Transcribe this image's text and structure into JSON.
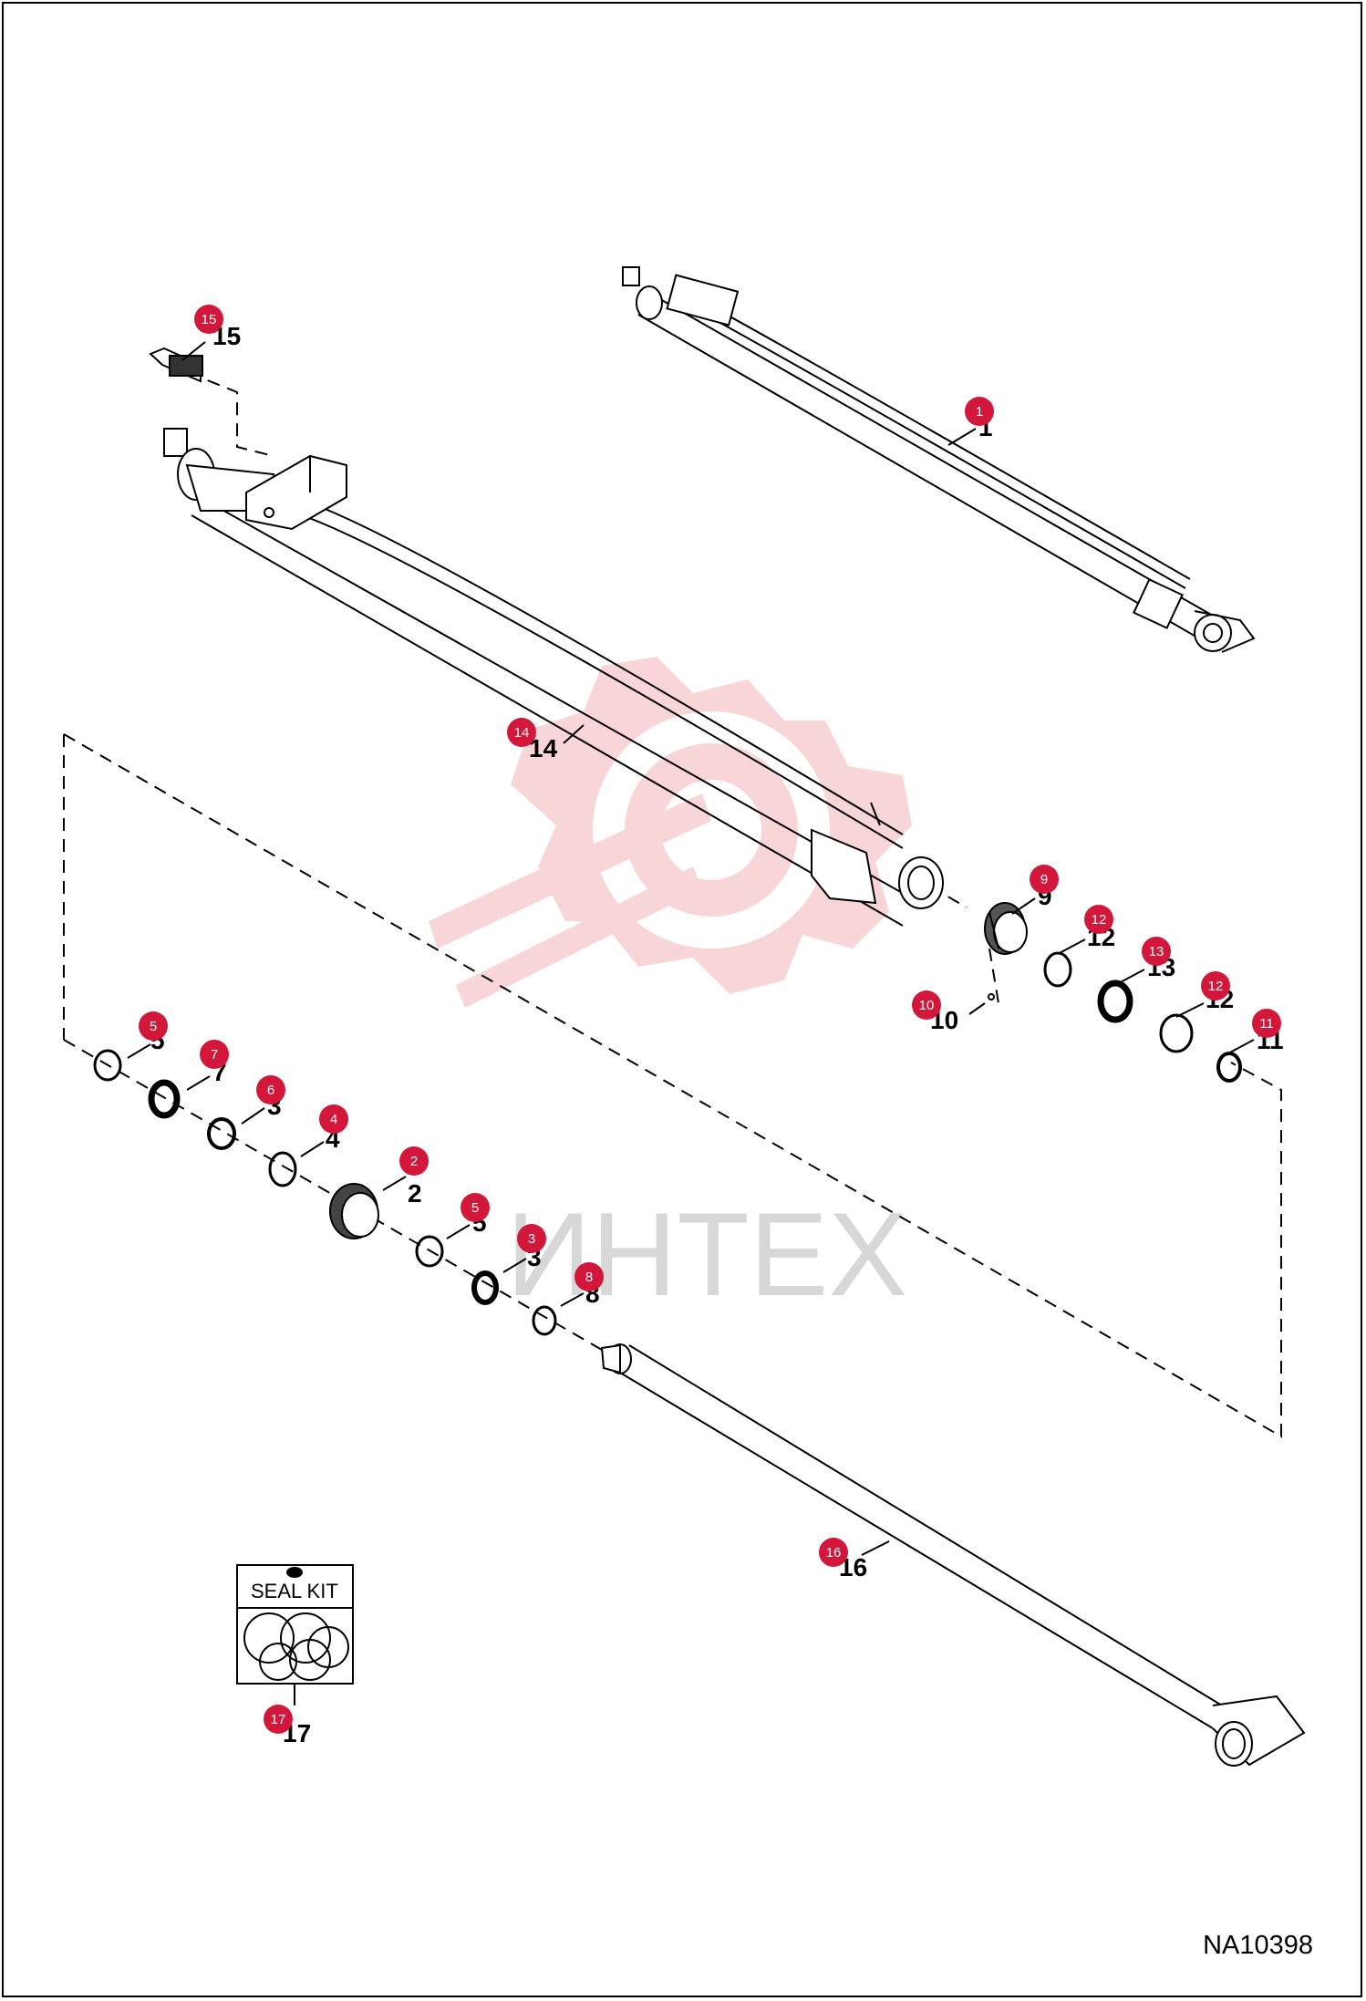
{
  "drawing_id": "NA10398",
  "watermark_text": "ИНТЕХ",
  "seal_kit_label": "SEAL KIT",
  "callouts": [
    {
      "id": "c1",
      "number": "1"
    },
    {
      "id": "c2",
      "number": "2"
    },
    {
      "id": "c3a",
      "number": "3"
    },
    {
      "id": "c3b",
      "number": "3"
    },
    {
      "id": "c4",
      "number": "4"
    },
    {
      "id": "c5a",
      "number": "5"
    },
    {
      "id": "c5b",
      "number": "5"
    },
    {
      "id": "c6",
      "number": "6"
    },
    {
      "id": "c7",
      "number": "7"
    },
    {
      "id": "c8",
      "number": "8"
    },
    {
      "id": "c9",
      "number": "9"
    },
    {
      "id": "c10",
      "number": "10"
    },
    {
      "id": "c11",
      "number": "11"
    },
    {
      "id": "c12a",
      "number": "12"
    },
    {
      "id": "c12b",
      "number": "12"
    },
    {
      "id": "c13",
      "number": "13"
    },
    {
      "id": "c14",
      "number": "14"
    },
    {
      "id": "c15",
      "number": "15"
    },
    {
      "id": "c16",
      "number": "16"
    },
    {
      "id": "c17",
      "number": "17"
    }
  ],
  "colors": {
    "badge": "#d3173a",
    "line": "#000000",
    "watermark": "#f4b3b6"
  }
}
